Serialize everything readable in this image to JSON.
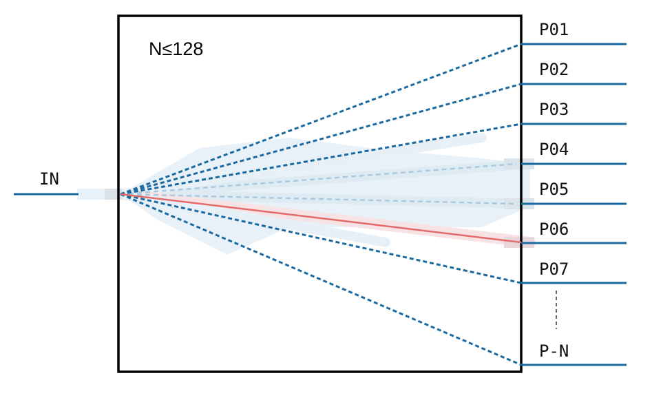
{
  "diagram": {
    "box_label": "N≤128",
    "input_label": "IN",
    "ellipsis_label": "",
    "ports": [
      {
        "label": "P01",
        "index": 1
      },
      {
        "label": "P02",
        "index": 2
      },
      {
        "label": "P03",
        "index": 3
      },
      {
        "label": "P04",
        "index": 4
      },
      {
        "label": "P05",
        "index": 5
      },
      {
        "label": "P06",
        "index": 6,
        "active": true
      },
      {
        "label": "P07",
        "index": 7
      },
      {
        "label": "P-N",
        "index": "N"
      }
    ]
  },
  "colors": {
    "line": "#1a6aa0",
    "box": "#000000",
    "active_beam": "#e46a6a",
    "beam_glow": "#9ec4df"
  }
}
